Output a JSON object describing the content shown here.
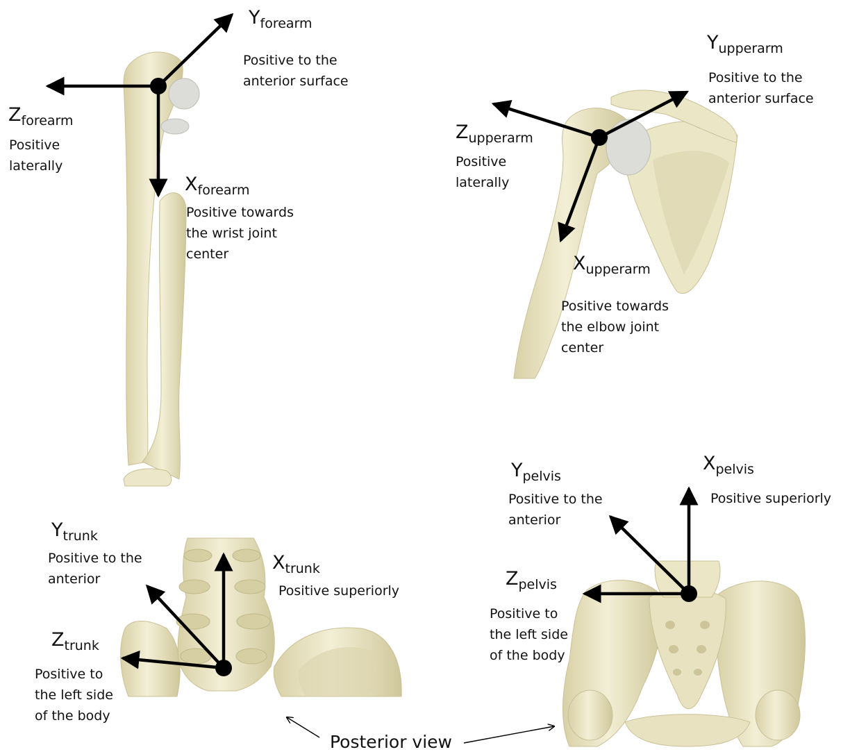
{
  "panels": {
    "forearm": {
      "axes": [
        {
          "letter": "Y",
          "sub": "forearm",
          "desc": [
            "Positive to the",
            "anterior surface"
          ]
        },
        {
          "letter": "Z",
          "sub": "forearm",
          "desc": [
            "Positive",
            "laterally"
          ]
        },
        {
          "letter": "X",
          "sub": "forearm",
          "desc": [
            "Positive towards",
            "the wrist joint",
            "center"
          ]
        }
      ]
    },
    "upperarm": {
      "axes": [
        {
          "letter": "Y",
          "sub": "upperarm",
          "desc": [
            "Positive to the",
            "anterior surface"
          ]
        },
        {
          "letter": "Z",
          "sub": "upperarm",
          "desc": [
            "Positive",
            "laterally"
          ]
        },
        {
          "letter": "X",
          "sub": "upperarm",
          "desc": [
            "Positive towards",
            "the elbow joint",
            "center"
          ]
        }
      ]
    },
    "trunk": {
      "axes": [
        {
          "letter": "Y",
          "sub": "trunk",
          "desc": [
            "Positive to the",
            "anterior"
          ]
        },
        {
          "letter": "X",
          "sub": "trunk",
          "desc": [
            "Positive superiorly"
          ]
        },
        {
          "letter": "Z",
          "sub": "trunk",
          "desc": [
            "Positive to",
            "the left side",
            "of the body"
          ]
        }
      ]
    },
    "pelvis": {
      "axes": [
        {
          "letter": "Y",
          "sub": "pelvis",
          "desc": [
            "Positive to the",
            "anterior"
          ]
        },
        {
          "letter": "X",
          "sub": "pelvis",
          "desc": [
            "Positive superiorly"
          ]
        },
        {
          "letter": "Z",
          "sub": "pelvis",
          "desc": [
            "Positive to",
            "the left side",
            "of the body"
          ]
        }
      ]
    }
  },
  "caption": "Posterior view",
  "colors": {
    "bone": "#ece7c8",
    "bone_shadow": "#cfc79a",
    "cartilage": "#dcdcd8",
    "arrow": "#000000"
  }
}
